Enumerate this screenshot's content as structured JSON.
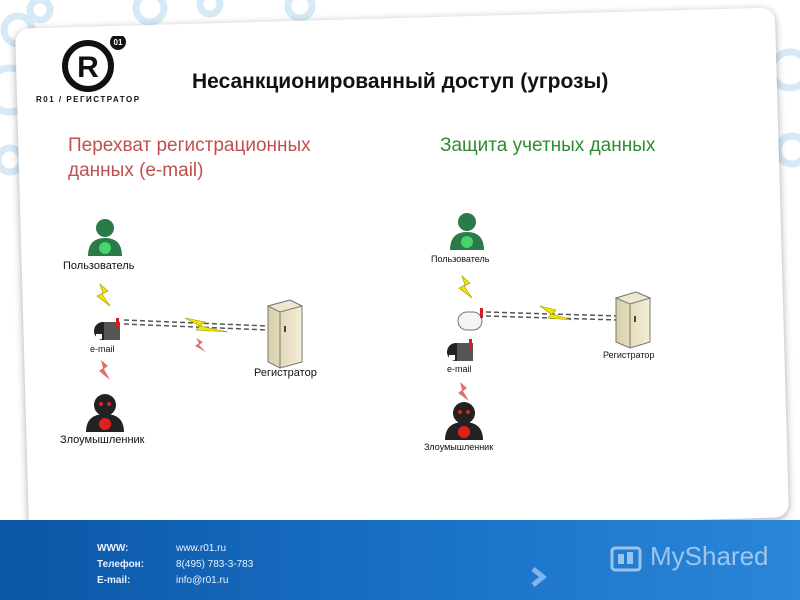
{
  "logo": {
    "badge": "01",
    "mark": "R",
    "text": "R01 / РЕГИСТРАТОР"
  },
  "slide": {
    "title": "Несанкционированный доступ (угрозы)",
    "left_heading_line1": "Перехват регистрационных",
    "left_heading_line2": "данных (e-mail)",
    "right_heading": "Защита учетных данных"
  },
  "diagram_left": {
    "user_label": "Пользователь",
    "mail_label": "e-mail",
    "registrar_label": "Регистратор",
    "attacker_label": "Злоумышленник"
  },
  "diagram_right": {
    "user_label": "Пользователь",
    "mail_label": "e-mail",
    "registrar_label": "Регистратор",
    "attacker_label": "Злоумышленник"
  },
  "footer": {
    "www_key": "WWW:",
    "www_val": "www.r01.ru",
    "phone_key": "Телефон:",
    "phone_val": "8(495)  783-3-783",
    "email_key": "E-mail:",
    "email_val": "info@r01.ru"
  },
  "watermark": {
    "text": "MyShared"
  },
  "colors": {
    "title": "#111111",
    "left_heading": "#c0504d",
    "right_heading": "#2e8b2e",
    "footer_bg": "#1565c0",
    "lightning": "#f2e600",
    "lightning_blocked": "#e07070"
  }
}
